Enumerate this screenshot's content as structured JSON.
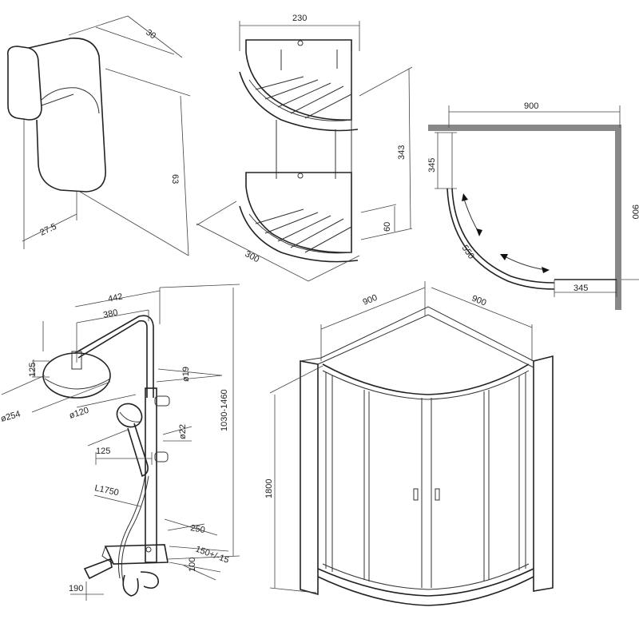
{
  "hook": {
    "dim_depth": "30",
    "dim_height": "63",
    "dim_width": "27.5"
  },
  "shelf": {
    "dim_width": "230",
    "dim_height": "343",
    "dim_depth": "300",
    "dim_tier": "60"
  },
  "plan": {
    "dim_width": "900",
    "dim_side": "900",
    "dim_top_offset": "345",
    "dim_bottom_offset": "345",
    "dim_radius": "550"
  },
  "shower_system": {
    "dim_total_reach": "442",
    "dim_arm": "380",
    "dim_head_height": "125",
    "dim_pipe": "ø19",
    "dim_head_diameter": "ø254",
    "dim_hand_diameter": "ø120",
    "dim_bar": "ø22",
    "dim_hand_offset": "125",
    "dim_height_range": "1030-1460",
    "dim_hose": "L1750",
    "dim_thermostat_depth": "250",
    "dim_thermostat_center": "150+/-15",
    "dim_thermostat_height": "100",
    "dim_spout": "190"
  },
  "enclosure": {
    "dim_width_left": "900",
    "dim_width_right": "900",
    "dim_height": "1800"
  }
}
